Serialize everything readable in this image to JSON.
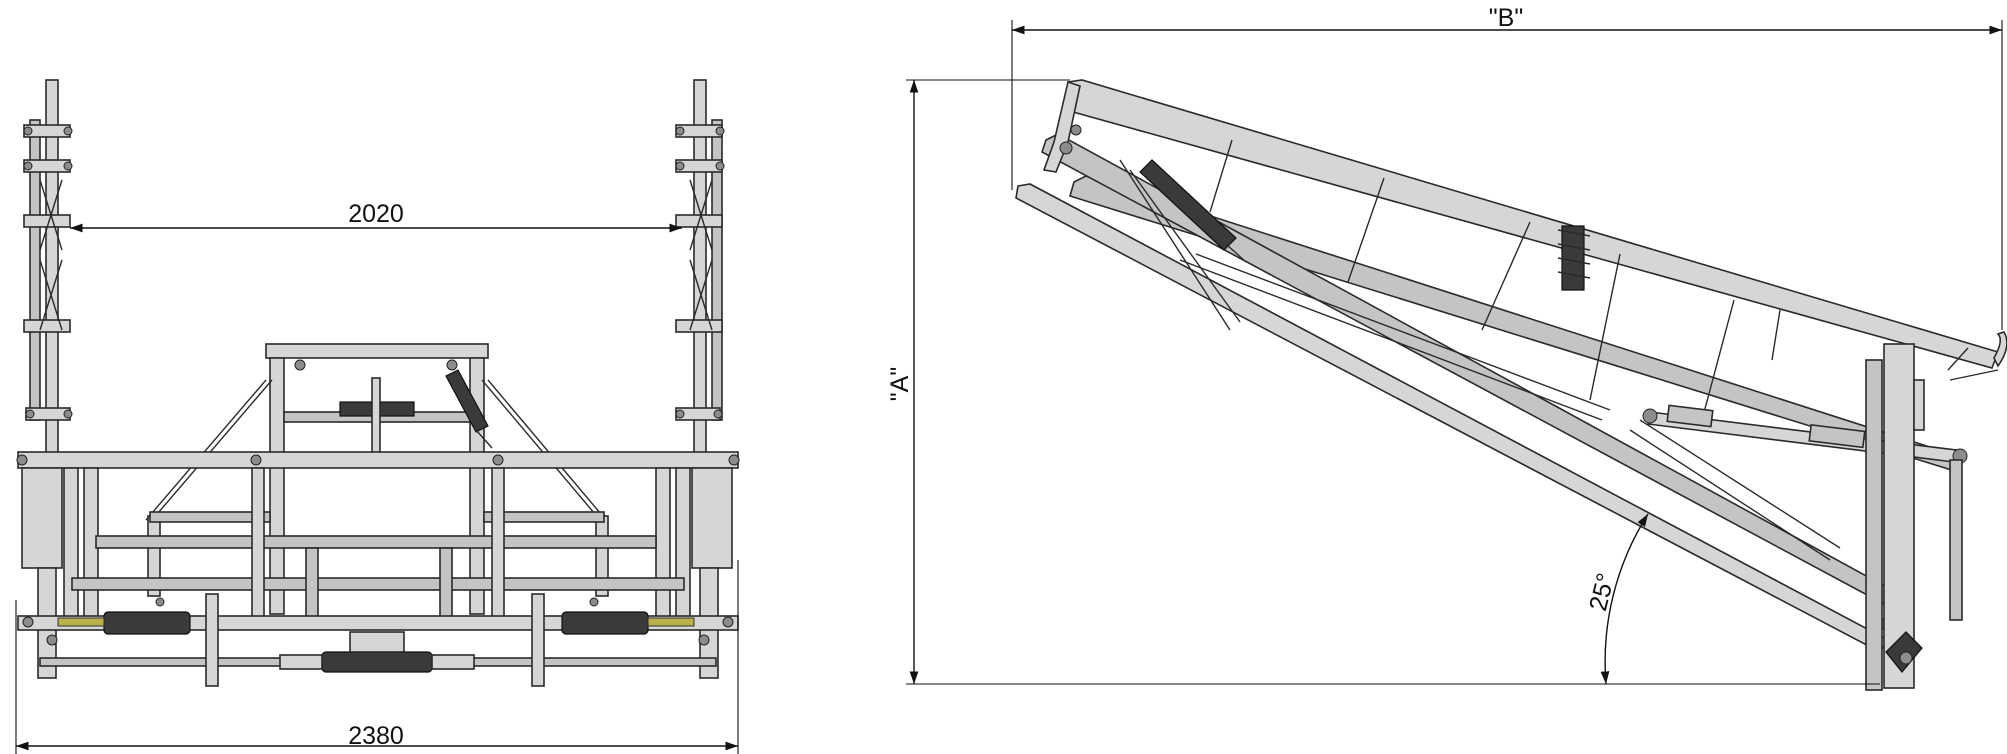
{
  "drawing": {
    "front_view": {
      "inner_width_label": "2020",
      "overall_width_label": "2380"
    },
    "side_view": {
      "width_label": "\"B\"",
      "height_label": "\"A\"",
      "angle_label": "25°"
    }
  }
}
